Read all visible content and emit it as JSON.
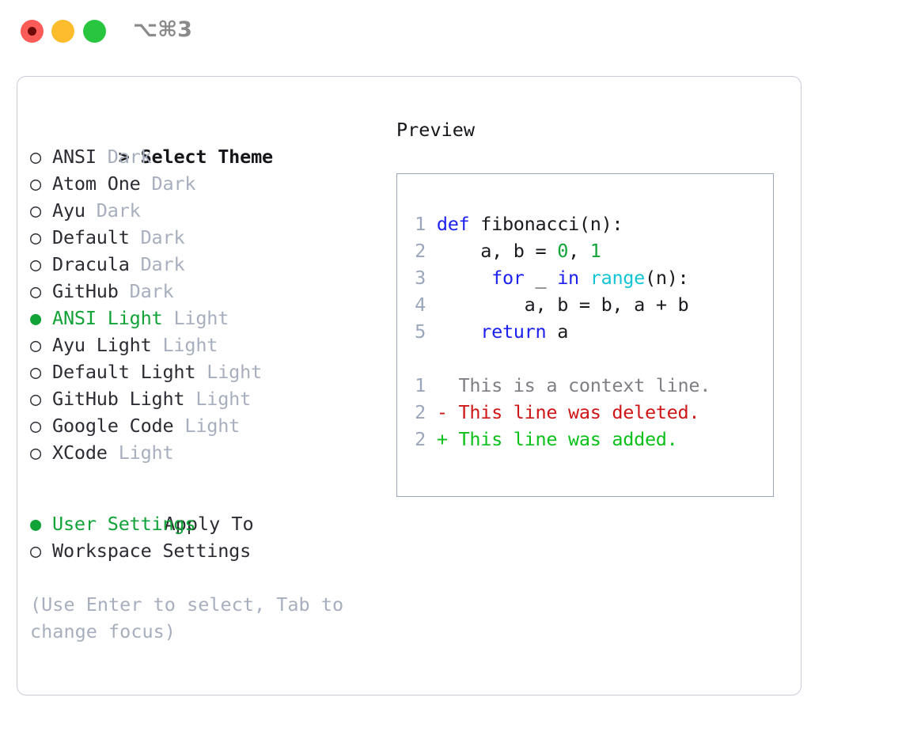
{
  "titlebar": {
    "buttons": [
      {
        "name": "close-button",
        "color": "#fc5b57"
      },
      {
        "name": "minimize-button",
        "color": "#fdbc2d"
      },
      {
        "name": "maximize-button",
        "color": "#28c63f"
      }
    ],
    "shortcut": "⌥⌘3"
  },
  "colors": {
    "accent_green": "#12a338",
    "muted_gray": "#a7afbe",
    "text": "#2c2c34",
    "panel_border": "#c9cada",
    "preview_border": "#9aa6bb",
    "keyword_blue": "#1d21f0",
    "builtin_cyan": "#12c4d6",
    "number_green": "#12a338",
    "diff_deleted": "#cf1616",
    "diff_added": "#0bc018",
    "diff_context": "#7e7e85"
  },
  "theme_list": {
    "header_marker": ">",
    "header": "Select Theme",
    "unselected_marker": "○",
    "selected_marker": "●",
    "items": [
      {
        "name": "ANSI",
        "variant": "Dark",
        "selected": false
      },
      {
        "name": "Atom One",
        "variant": "Dark",
        "selected": false
      },
      {
        "name": "Ayu",
        "variant": "Dark",
        "selected": false
      },
      {
        "name": "Default",
        "variant": "Dark",
        "selected": false
      },
      {
        "name": "Dracula",
        "variant": "Dark",
        "selected": false
      },
      {
        "name": "GitHub",
        "variant": "Dark",
        "selected": false
      },
      {
        "name": "ANSI Light",
        "variant": "Light",
        "selected": true
      },
      {
        "name": "Ayu Light",
        "variant": "Light",
        "selected": false
      },
      {
        "name": "Default Light",
        "variant": "Light",
        "selected": false
      },
      {
        "name": "GitHub Light",
        "variant": "Light",
        "selected": false
      },
      {
        "name": "Google Code",
        "variant": "Light",
        "selected": false
      },
      {
        "name": "XCode",
        "variant": "Light",
        "selected": false
      }
    ]
  },
  "apply_to": {
    "label": "Apply To",
    "options": [
      {
        "name": "User Settings",
        "selected": true
      },
      {
        "name": "Workspace Settings",
        "selected": false
      }
    ]
  },
  "hint": "(Use Enter to select, Tab to change focus)",
  "preview": {
    "title": "Preview",
    "code_lines": [
      {
        "no": "1",
        "tokens": [
          {
            "t": "def",
            "c": "kw"
          },
          {
            "t": " fibonacci(n):",
            "c": "plain"
          }
        ]
      },
      {
        "no": "2",
        "tokens": [
          {
            "t": "    a, b = ",
            "c": "plain"
          },
          {
            "t": "0",
            "c": "num"
          },
          {
            "t": ", ",
            "c": "plain"
          },
          {
            "t": "1",
            "c": "num"
          }
        ]
      },
      {
        "no": "3",
        "tokens": [
          {
            "t": "     ",
            "c": "plain"
          },
          {
            "t": "for",
            "c": "kw"
          },
          {
            "t": " _ ",
            "c": "plain"
          },
          {
            "t": "in",
            "c": "kw"
          },
          {
            "t": " ",
            "c": "plain"
          },
          {
            "t": "range",
            "c": "bi"
          },
          {
            "t": "(n):",
            "c": "plain"
          }
        ]
      },
      {
        "no": "4",
        "tokens": [
          {
            "t": "        a, b = b, a + b",
            "c": "plain"
          }
        ]
      },
      {
        "no": "5",
        "tokens": [
          {
            "t": "    ",
            "c": "plain"
          },
          {
            "t": "return",
            "c": "kw"
          },
          {
            "t": " a",
            "c": "plain"
          }
        ]
      }
    ],
    "diff_lines": [
      {
        "no": "1",
        "text": "   This is a context line.",
        "kind": "ctx"
      },
      {
        "no": "2",
        "text": " - This line was deleted.",
        "kind": "del"
      },
      {
        "no": "2",
        "text": " + This line was added.",
        "kind": "add"
      }
    ]
  }
}
